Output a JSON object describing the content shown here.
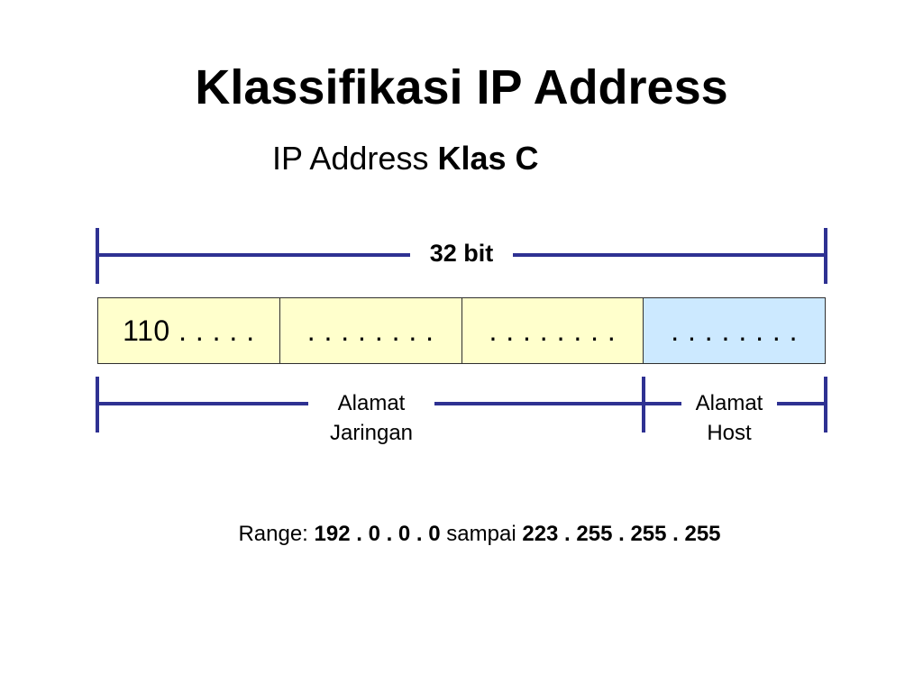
{
  "slide": {
    "title": "Klassifikasi IP Address",
    "subtitle_prefix": "IP Address",
    "subtitle_class": "Klas C"
  },
  "diagram": {
    "total_bits_label": "32 bit",
    "octets": [
      {
        "text": "110 . . . . .",
        "part": "network"
      },
      {
        "text": ". . . . . . . .",
        "part": "network"
      },
      {
        "text": ". . . . . . . .",
        "part": "network"
      },
      {
        "text": ". . . . . . . .",
        "part": "host"
      }
    ],
    "network_label": [
      "Alamat",
      "Jaringan"
    ],
    "host_label": [
      "Alamat",
      "Host"
    ]
  },
  "range": {
    "label": "Range:",
    "start": "192 . 0 . 0 . 0",
    "connector": "sampai",
    "end": "223 . 255 . 255 . 255"
  },
  "colors": {
    "bracket": "#2e3192",
    "network_fill": "#ffffcc",
    "host_fill": "#cce9ff"
  }
}
